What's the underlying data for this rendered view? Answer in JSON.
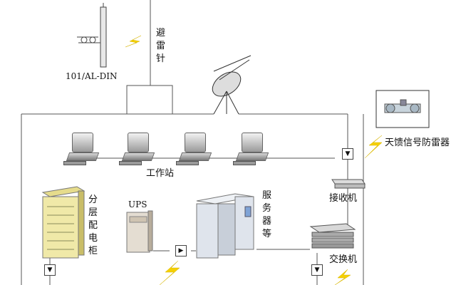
{
  "labels": {
    "lightning_rod": "避雷针",
    "lightning_rod_model": "101/AL-DIN",
    "antenna_protector": "天馈信号防雷器",
    "workstation": "工作站",
    "receiver": "接收机",
    "ups": "UPS",
    "distribution_cabinet": "分层配电柜",
    "server_etc": "服务器等",
    "switch": "交换机"
  },
  "colors": {
    "lightning": "#f5d000",
    "line": "#555555",
    "cabinet": "#f0e9a8",
    "server": "#dfe4ec"
  }
}
